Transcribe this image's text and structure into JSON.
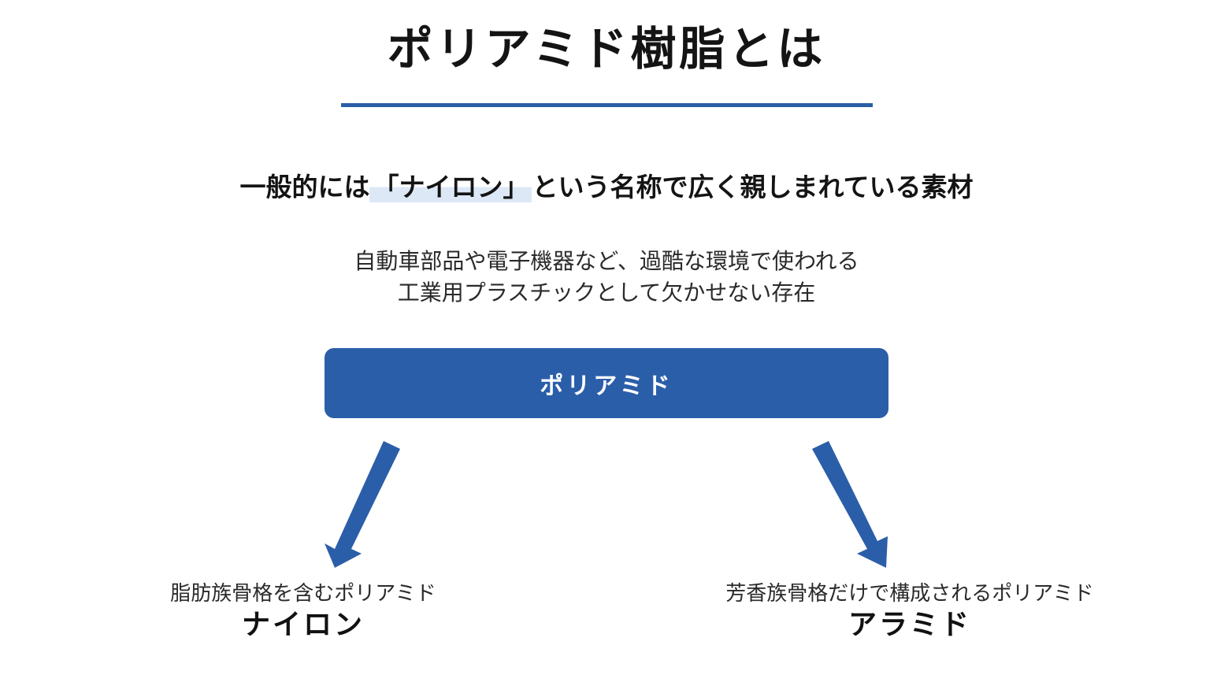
{
  "title": "ポリアミド樹脂とは",
  "headline": {
    "before": "一般的には",
    "highlight": "「ナイロン」",
    "after": "という名称で広く親しまれている素材"
  },
  "description": {
    "line1": "自動車部品や電子機器など、過酷な環境で使われる",
    "line2": "工業用プラスチックとして欠かせない存在"
  },
  "diagram": {
    "root": "ポリアミド",
    "branches": [
      {
        "description": "脂肪族骨格を含むポリアミド",
        "name": "ナイロン"
      },
      {
        "description": "芳香族骨格だけで構成されるポリアミド",
        "name": "アラミド"
      }
    ]
  },
  "colors": {
    "accent": "#2b5ea8",
    "highlight": "#dce8f6",
    "text": "#141414"
  }
}
